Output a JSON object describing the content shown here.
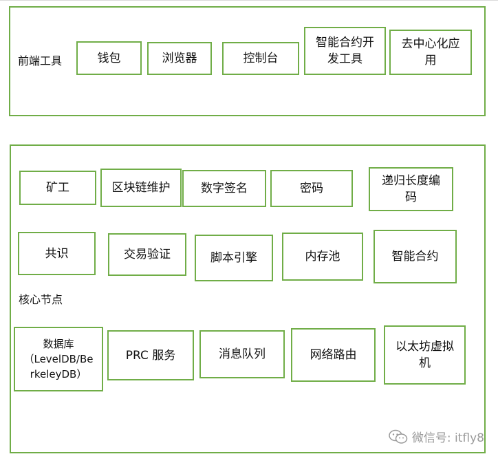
{
  "frontend": {
    "label": "前端工具",
    "items": [
      {
        "text": "钱包"
      },
      {
        "text": "浏览器"
      },
      {
        "text": "控制台"
      },
      {
        "text": "智能合约开\n发工具"
      },
      {
        "text": "去中心化应\n用"
      }
    ]
  },
  "core": {
    "label": "核心节点",
    "row1": [
      {
        "text": "矿工"
      },
      {
        "text": "区块链维护"
      },
      {
        "text": "数字签名"
      },
      {
        "text": "密码"
      },
      {
        "text": "递归长度编\n码"
      }
    ],
    "row2": [
      {
        "text": "共识"
      },
      {
        "text": "交易验证"
      },
      {
        "text": "脚本引擎"
      },
      {
        "text": "内存池"
      },
      {
        "text": "智能合约"
      }
    ],
    "row3": [
      {
        "text": "数据库\n（LevelDB/Be\nrkeleyDB）"
      },
      {
        "text": "PRC 服务"
      },
      {
        "text": "消息队列"
      },
      {
        "text": "网络路由"
      },
      {
        "text": "以太坊虚拟\n机"
      }
    ]
  },
  "watermark": {
    "text": "微信号: itfly8",
    "icon": "wechat-icon"
  },
  "colors": {
    "border": "#70ad47",
    "text": "#111111",
    "watermark": "#9a9a9a"
  }
}
